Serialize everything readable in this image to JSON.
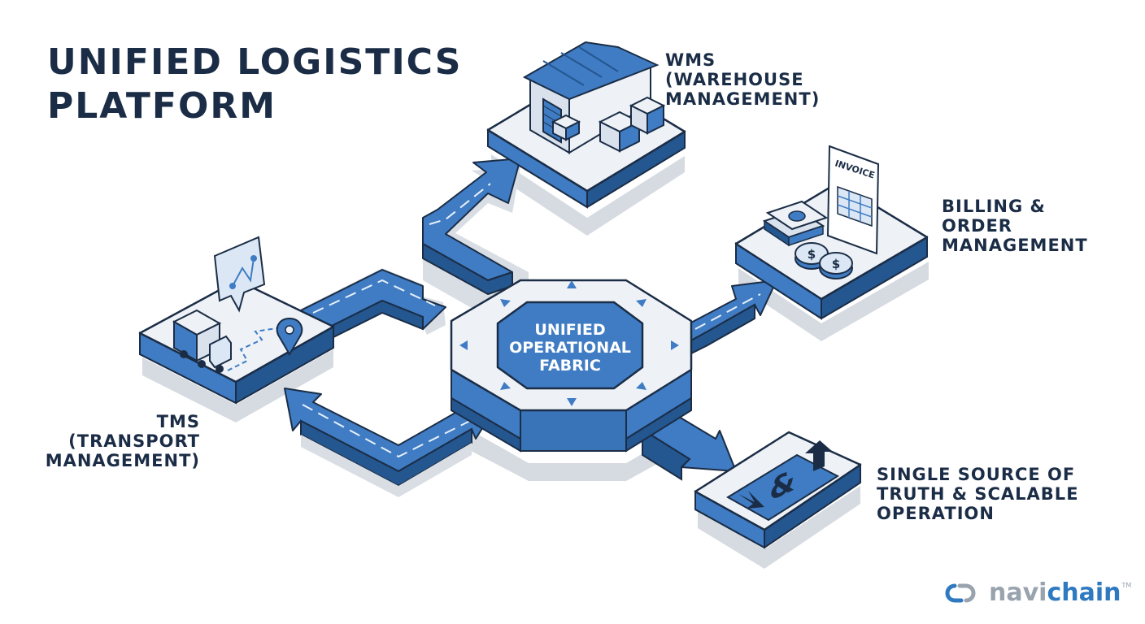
{
  "title": "UNIFIED LOGISTICS\nPLATFORM",
  "hub": {
    "line1": "UNIFIED",
    "line2": "OPERATIONAL",
    "line3": "FABRIC"
  },
  "modules": {
    "wms": "WMS\n(WAREHOUSE\nMANAGEMENT)",
    "billing": "BILLING &\nORDER\nMANAGEMENT",
    "tms": "TMS\n(TRANSPORT\nMANAGEMENT)",
    "sst": "SINGLE SOURCE OF\nTRUTH & SCALABLE\nOPERATION"
  },
  "invoice_label": "INVOICE",
  "sst_glyph": "&",
  "currency_glyph": "$",
  "brand": {
    "part1": "navi",
    "part2": "chain",
    "tm": "TM"
  },
  "colors": {
    "navy": "#1b2d46",
    "blue": "#3f7cc4",
    "dark_blue": "#24568f",
    "light_blue": "#dbe7f4",
    "platform_top": "#eef2f7",
    "shadow": "#d2d7de",
    "brand_grey": "#98a3ae",
    "brand_blue": "#2f79c0"
  },
  "icons": [
    "warehouse-icon",
    "invoice-icon",
    "cash-stack-icon",
    "coin-icon",
    "truck-icon",
    "map-pin-icon",
    "route-map-icon",
    "ampersand-block-icon",
    "navichain-logo-icon"
  ]
}
